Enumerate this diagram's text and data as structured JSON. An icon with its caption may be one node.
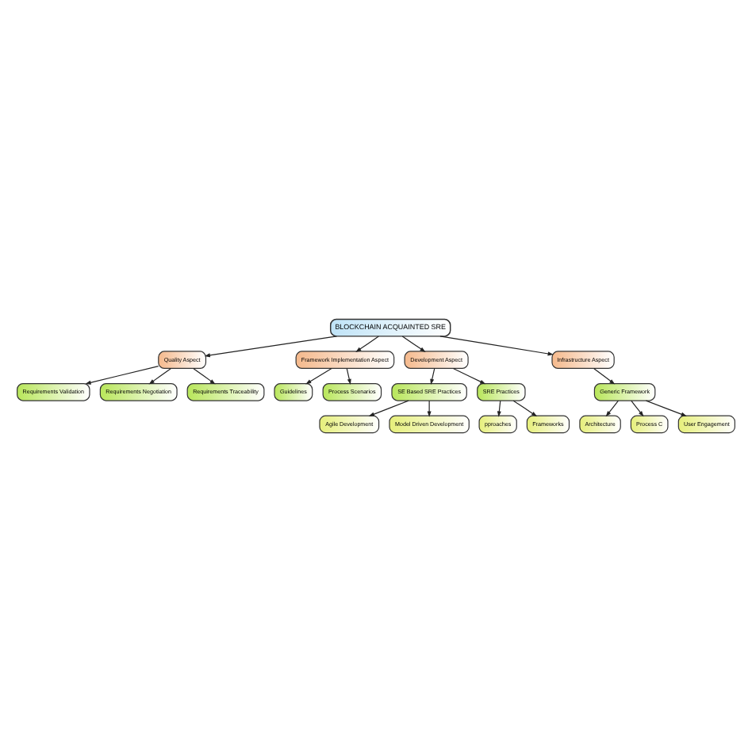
{
  "diagram": {
    "nodes": [
      {
        "text": [
          "Requirements Validation"
        ]
      },
      {
        "text": [
          "Requirements Negotiation"
        ]
      },
      {
        "text": [
          "Requirements Traceability"
        ]
      },
      {
        "text": [
          "Guidelines"
        ]
      },
      {
        "text": [
          "Process Scenarios"
        ]
      },
      {
        "text": [
          "Quality Aspect"
        ]
      },
      {
        "text": [
          "Framework Implementation Aspect"
        ]
      },
      {
        "text": [
          "BLOCKCHAIN ACQUAINTED SRE"
        ]
      },
      {
        "text": [
          "Development Aspect"
        ]
      },
      {
        "text": [
          "SE Based SRE Practices"
        ]
      },
      {
        "text": [
          "Infrastructure Aspect"
        ]
      },
      {
        "text": [
          "SRE Practices"
        ]
      },
      {
        "text": [
          "Agile Development"
        ]
      },
      {
        "text": [
          "Model Driven Development"
        ]
      },
      {
        "text": [
          "Generic Framework"
        ]
      },
      {
        "text": [
          "pproaches"
        ]
      },
      {
        "text": [
          "Frameworks"
        ]
      },
      {
        "text": [
          "Architecture"
        ]
      },
      {
        "text": [
          "Process C"
        ]
      },
      {
        "text": [
          "User Engagement"
        ]
      }
    ],
    "edges": [
      {
        "from": 5,
        "to": 0,
        "arrow": "to"
      },
      {
        "from": 5,
        "to": 1,
        "arrow": "to"
      },
      {
        "from": 5,
        "to": 2,
        "arrow": "to"
      },
      {
        "from": 6,
        "to": 3,
        "arrow": "to"
      },
      {
        "from": 6,
        "to": 4,
        "arrow": "to"
      },
      {
        "from": 7,
        "to": 5,
        "arrow": "to"
      },
      {
        "from": 7,
        "to": 6,
        "arrow": "to"
      },
      {
        "from": 7,
        "to": 8,
        "arrow": "to"
      },
      {
        "from": 7,
        "to": 10,
        "arrow": "to"
      },
      {
        "from": 8,
        "to": 9,
        "arrow": "to"
      },
      {
        "from": 8,
        "to": 11,
        "arrow": "to"
      },
      {
        "from": 9,
        "to": 12,
        "arrow": "to"
      },
      {
        "from": 9,
        "to": 13,
        "arrow": "to"
      },
      {
        "from": 10,
        "to": 14,
        "arrow": "to"
      },
      {
        "from": 11,
        "to": 15,
        "arrow": "to"
      },
      {
        "from": 11,
        "to": 16,
        "arrow": "to"
      },
      {
        "from": 14,
        "to": 17,
        "arrow": "to"
      },
      {
        "from": 14,
        "to": 18,
        "arrow": "to"
      },
      {
        "from": 14,
        "to": 19,
        "arrow": "to"
      }
    ]
  }
}
